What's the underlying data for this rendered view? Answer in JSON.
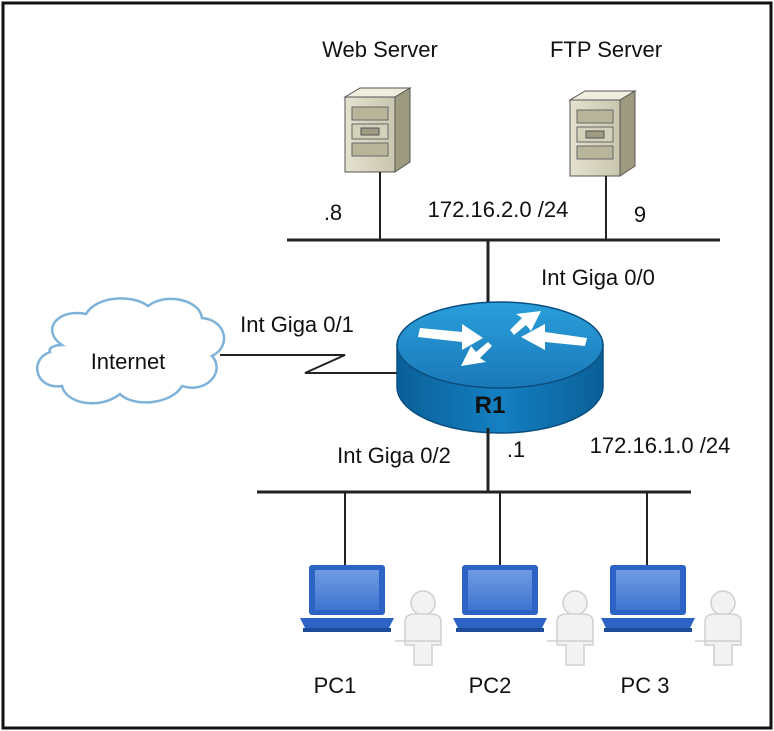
{
  "servers": {
    "web": {
      "label": "Web Server",
      "host": ".8"
    },
    "ftp": {
      "label": "FTP Server",
      "host": "9"
    }
  },
  "networks": {
    "server_lan": "172.16.2.0 /24",
    "pc_lan": "172.16.1.0 /24"
  },
  "router": {
    "label": "R1",
    "lan_host": ".1",
    "interfaces": {
      "server_side": "Int Giga 0/0",
      "internet_side": "Int Giga 0/1",
      "pc_side": "Int Giga 0/2"
    }
  },
  "internet": {
    "label": "Internet"
  },
  "pcs": [
    {
      "label": "PC1"
    },
    {
      "label": "PC2"
    },
    {
      "label": "PC 3"
    }
  ],
  "colors": {
    "router_top": "#1f8cc8",
    "router_side": "#0b6aa6",
    "laptop": "#2d63c4",
    "server_body": "#d8d5c0",
    "server_dark": "#a8a489",
    "cloud_stroke": "#7fb2d9",
    "user": "#e2e2e2"
  },
  "icons": {
    "router": "router-icon",
    "server": "server-icon",
    "cloud": "cloud-icon",
    "laptop": "laptop-icon",
    "user": "user-icon"
  }
}
